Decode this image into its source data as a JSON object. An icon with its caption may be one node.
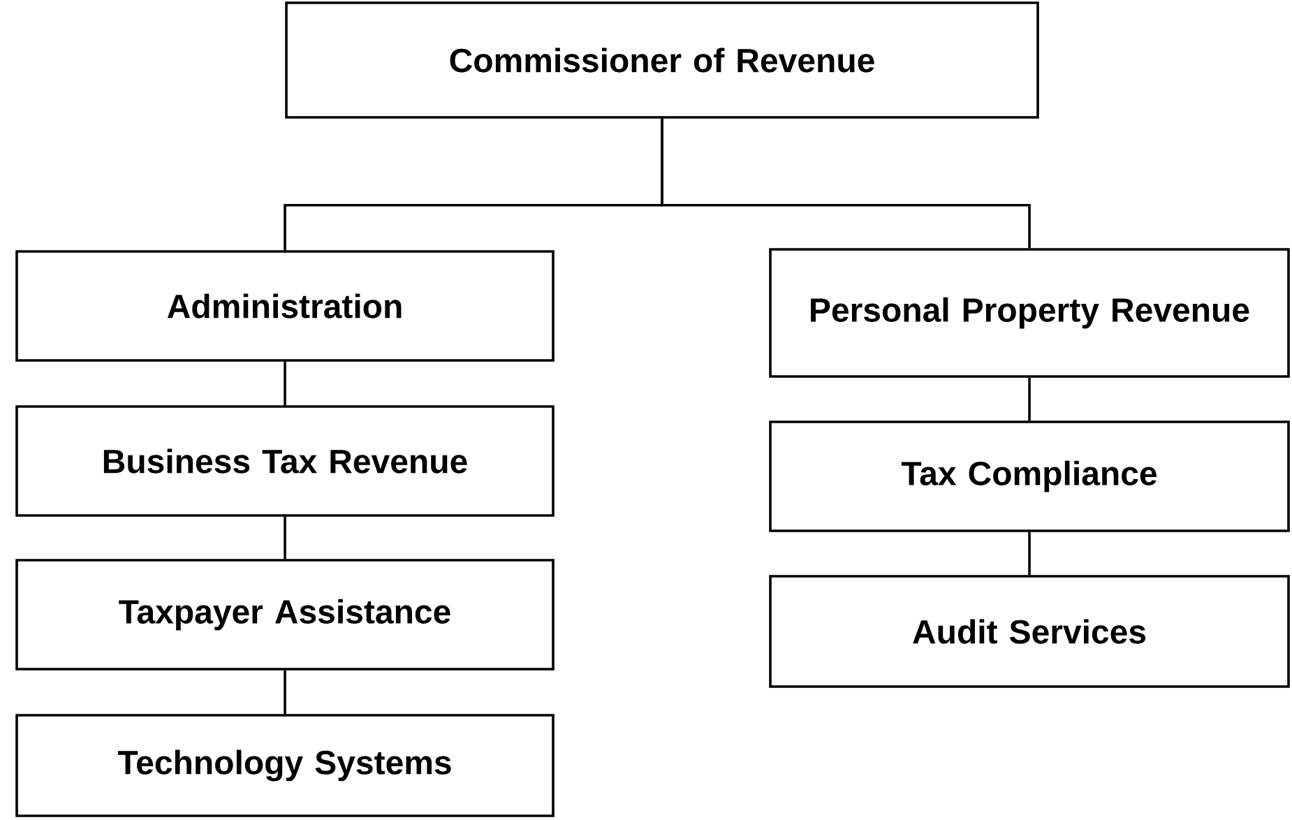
{
  "diagram": {
    "nodes": [
      {
        "text": [
          "Commissioner of Revenue"
        ]
      },
      {
        "text": [
          "Administration"
        ]
      },
      {
        "text": [
          "Business Tax Revenue"
        ]
      },
      {
        "text": [
          "Taxpayer Assistance"
        ]
      },
      {
        "text": [
          "Technology Systems"
        ]
      },
      {
        "text": [
          "Personal Property Revenue"
        ]
      },
      {
        "text": [
          "Tax Compliance"
        ]
      },
      {
        "text": [
          "Audit Services"
        ]
      }
    ],
    "edges": [
      {
        "from": 0,
        "to": 1,
        "arrow": "none"
      },
      {
        "from": 0,
        "to": 5,
        "arrow": "none"
      },
      {
        "from": 1,
        "to": 2,
        "arrow": "none"
      },
      {
        "from": 2,
        "to": 3,
        "arrow": "none"
      },
      {
        "from": 3,
        "to": 4,
        "arrow": "none"
      },
      {
        "from": 5,
        "to": 6,
        "arrow": "none"
      },
      {
        "from": 6,
        "to": 7,
        "arrow": "none"
      }
    ]
  }
}
